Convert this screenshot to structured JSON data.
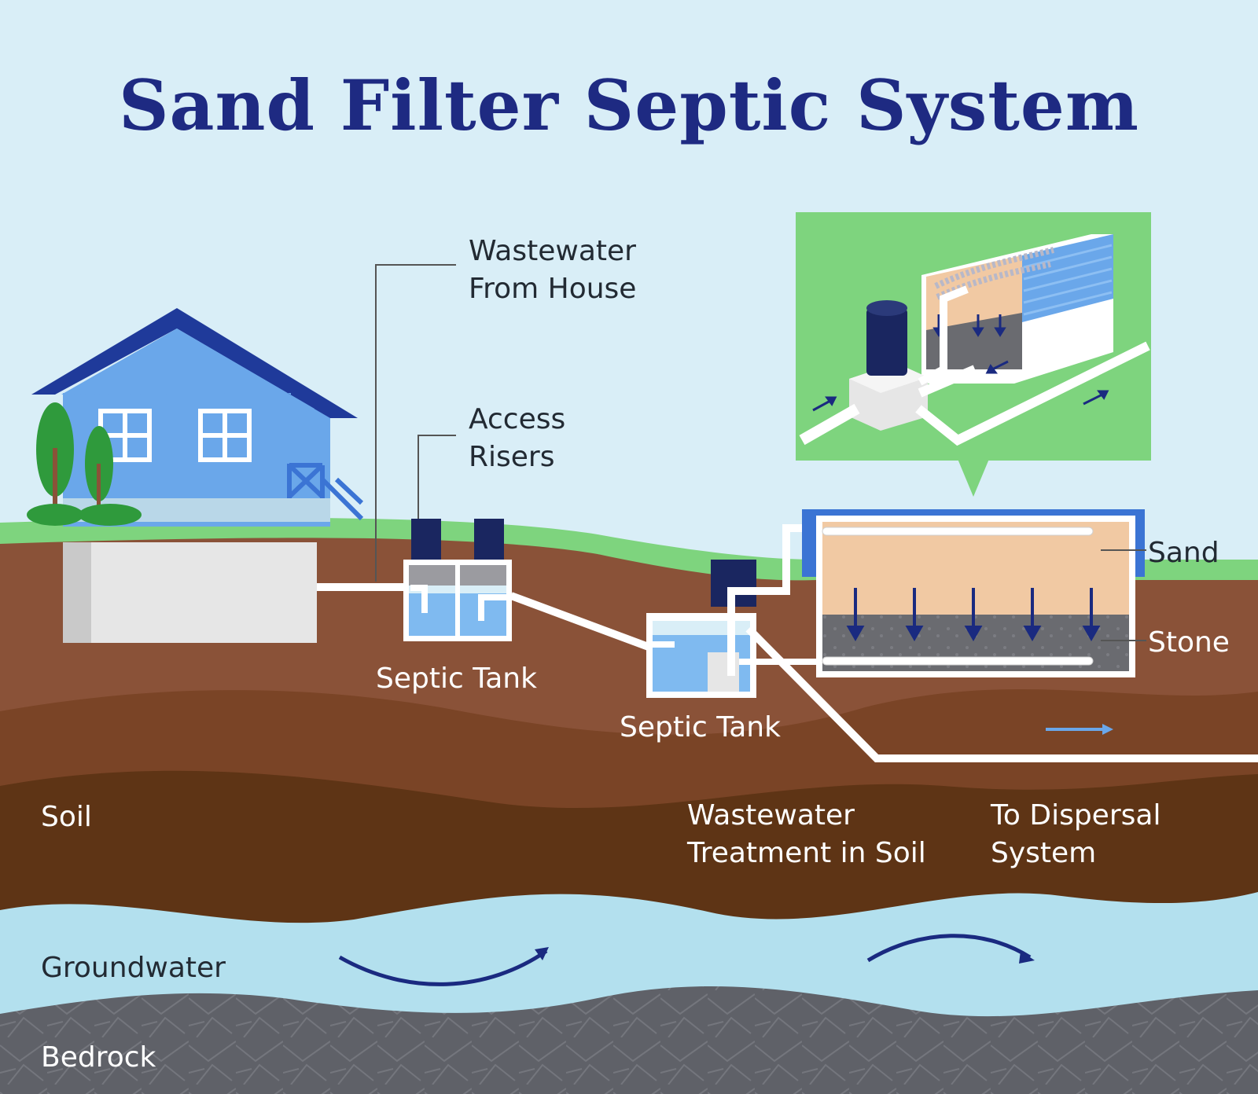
{
  "title": "Sand Filter Septic System",
  "labels": {
    "wastewater_from_house": [
      "Wastewater",
      "From House"
    ],
    "access_risers": [
      "Access",
      "Risers"
    ],
    "septic_tank_1": "Septic Tank",
    "septic_tank_2": "Septic Tank",
    "sand": "Sand",
    "stone": "Stone",
    "wastewater_treatment": [
      "Wastewater",
      "Treatment in Soil"
    ],
    "to_dispersal": [
      "To Dispersal",
      "System"
    ],
    "soil": "Soil",
    "groundwater": "Groundwater",
    "bedrock": "Bedrock"
  },
  "colors": {
    "sky": "#d9eef7",
    "title": "#1e2a82",
    "grass": "#7ed47e",
    "soil_top": "#8a5238",
    "soil_mid": "#7a4426",
    "soil_deep": "#5e3415",
    "groundwater": "#b3e0ee",
    "bedrock": "#5f6168",
    "house": "#6aa7ea",
    "roof": "#1f3a9a",
    "tree": "#2f9a3c",
    "sand": "#f1c9a3",
    "stone": "#6a6b70",
    "riser": "#1a2660",
    "water": "#7fbaf0",
    "pipe": "#ffffff",
    "arrow": "#1a2a80"
  }
}
